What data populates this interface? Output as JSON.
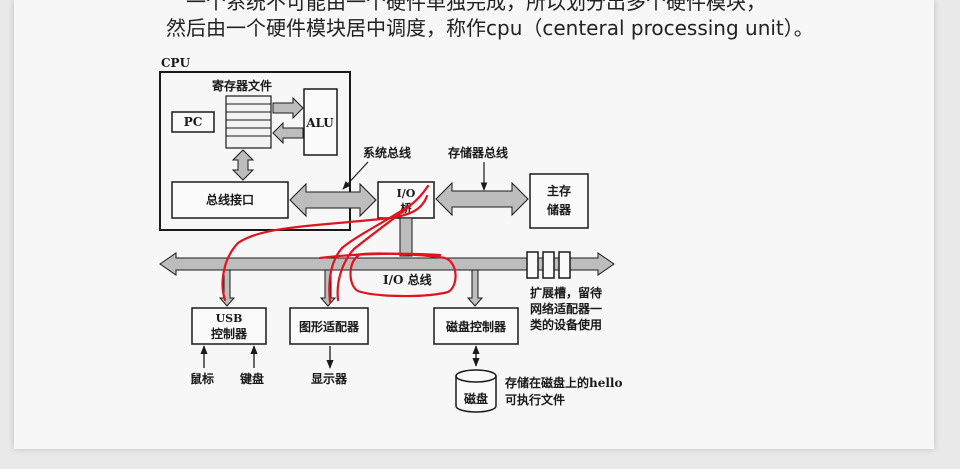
{
  "text": {
    "line1": "一个系统不可能由一个硬件单独完成，所以划分出多个硬件模块，",
    "line2": "然后由一个硬件模块居中调度，称作cpu（centeral processing unit）。"
  },
  "diagram": {
    "cpu_label": "CPU",
    "register_file": "寄存器文件",
    "pc": "PC",
    "alu": "ALU",
    "bus_interface": "总线接口",
    "system_bus": "系统总线",
    "memory_bus": "存储器总线",
    "io_bridge_line1": "I/O",
    "io_bridge_line2": "桥",
    "main_memory_line1": "主存",
    "main_memory_line2": "储器",
    "io_bus": "I/O 总线",
    "usb_line1": "USB",
    "usb_line2": "控制器",
    "graphics_adapter": "图形适配器",
    "disk_controller": "磁盘控制器",
    "mouse": "鼠标",
    "keyboard": "键盘",
    "display": "显示器",
    "disk": "磁盘",
    "expansion_line1": "扩展槽，留待",
    "expansion_line2": "网络适配器一",
    "expansion_line3": "类的设备使用",
    "hello_line1": "存储在磁盘上的hello",
    "hello_line2": "可执行文件"
  },
  "colors": {
    "annotation": "#e0141e",
    "ink": "#1a1a1a",
    "bus_fill": "#bdbdbd"
  }
}
